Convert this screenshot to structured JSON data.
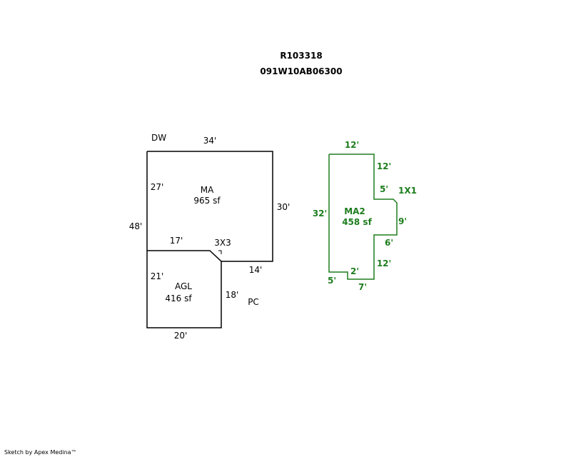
{
  "header": {
    "account": "R103318",
    "map_tax_lot": "091W10AB06300"
  },
  "colors": {
    "main_outline": "#000000",
    "addition_outline": "#1e7d1e"
  },
  "main_structure": {
    "dw_label": "DW",
    "pc_label": "PC",
    "ma": {
      "code": "MA",
      "area": "965 sf"
    },
    "agl": {
      "code": "AGL",
      "area": "416 sf"
    },
    "corner_label": "3X3",
    "dims": {
      "top": "34'",
      "right": "30'",
      "left_outer": "48'",
      "left_upper": "27'",
      "mid": "17'",
      "step": "14'",
      "left_lower": "21'",
      "agl_right": "18'",
      "bottom": "20'"
    }
  },
  "ma2_structure": {
    "code": "MA2",
    "area": "458 sf",
    "bump_label": "1X1",
    "dims": {
      "top": "12'",
      "right_upper": "12'",
      "notch_top": "5'",
      "left": "32'",
      "bump": "9'",
      "notch_bottom": "6'",
      "right_lower": "12'",
      "bottom_step": "2'",
      "bottom_left": "5'",
      "bottom": "7'"
    }
  },
  "footer": {
    "credit": "Sketch by Apex Medina™"
  }
}
